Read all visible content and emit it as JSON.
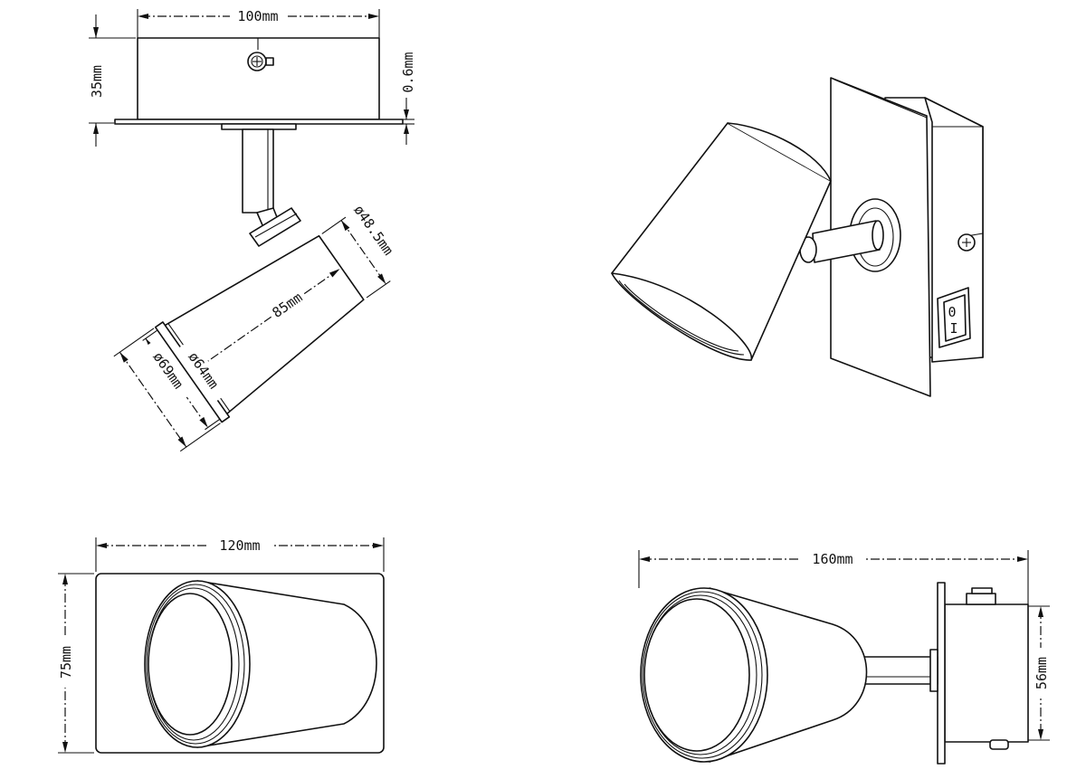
{
  "drawing": {
    "colors": {
      "line": "#111111",
      "background": "#ffffff"
    },
    "views": {
      "top_view": {
        "dim_width": "100mm",
        "dim_height": "35mm",
        "dim_plate": "0.6mm",
        "dim_length": "85mm",
        "dim_small_diameter": "ø48.5mm",
        "dim_inner_diameter": "ø64mm",
        "dim_outer_diameter": "ø69mm"
      },
      "front_view": {
        "dim_width": "120mm",
        "dim_height": "75mm"
      },
      "side_view": {
        "dim_length": "160mm",
        "dim_height": "56mm"
      },
      "perspective_view": {
        "switch_mark_on": "0",
        "switch_mark_off": "I"
      }
    }
  }
}
